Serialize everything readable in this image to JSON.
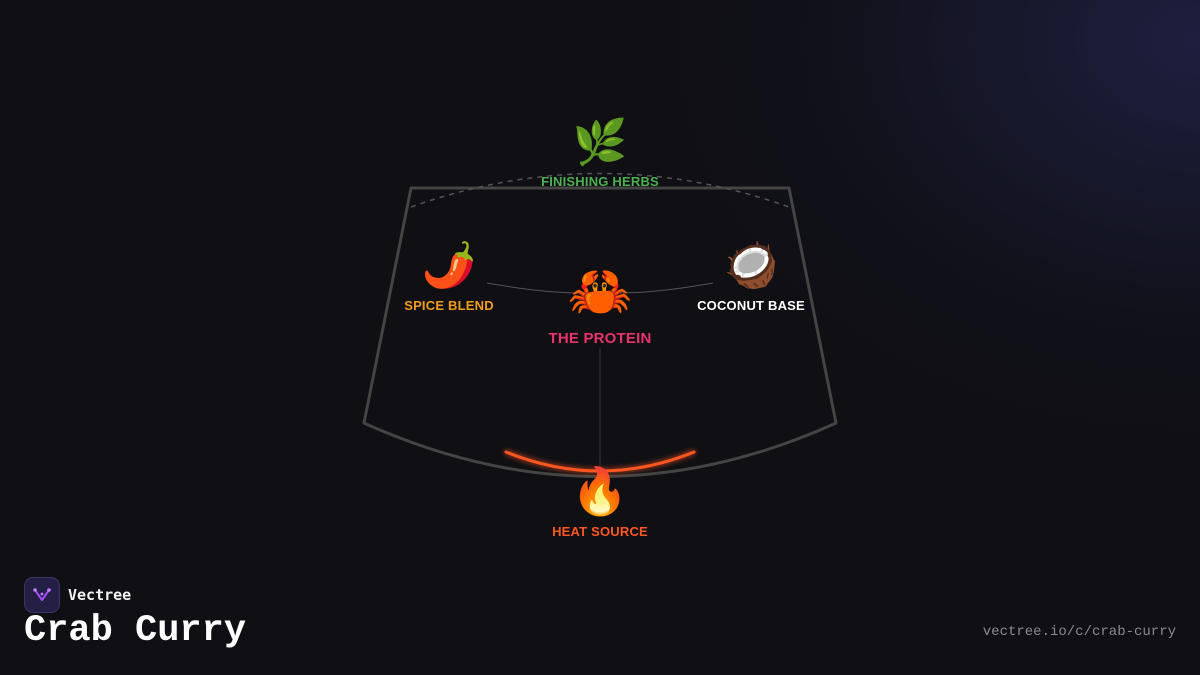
{
  "diagram": {
    "nodes": {
      "herbs": {
        "icon": "herb-emoji",
        "glyph": "🌿",
        "label": "FINISHING HERBS",
        "color": "#4caf50"
      },
      "spice": {
        "icon": "chili-emoji",
        "glyph": "🌶️",
        "label": "SPICE BLEND",
        "color": "#f29c1f"
      },
      "protein": {
        "icon": "crab-emoji",
        "glyph": "🦀",
        "label": "THE PROTEIN",
        "color": "#e8336d"
      },
      "coconut": {
        "icon": "coconut-emoji",
        "glyph": "🥥",
        "label": "COCONUT BASE",
        "color": "#ffffff"
      },
      "heat": {
        "icon": "fire-emoji",
        "glyph": "🔥",
        "label": "HEAT SOURCE",
        "color": "#ff5722"
      }
    },
    "bowl_color": "#444444",
    "heat_arc_color": "#ff5722"
  },
  "brand": {
    "name": "Vectree",
    "logo_icon": "vectree-logo-icon",
    "accent": "#a64dff"
  },
  "title": "Crab Curry",
  "url": "vectree.io/c/crab-curry"
}
